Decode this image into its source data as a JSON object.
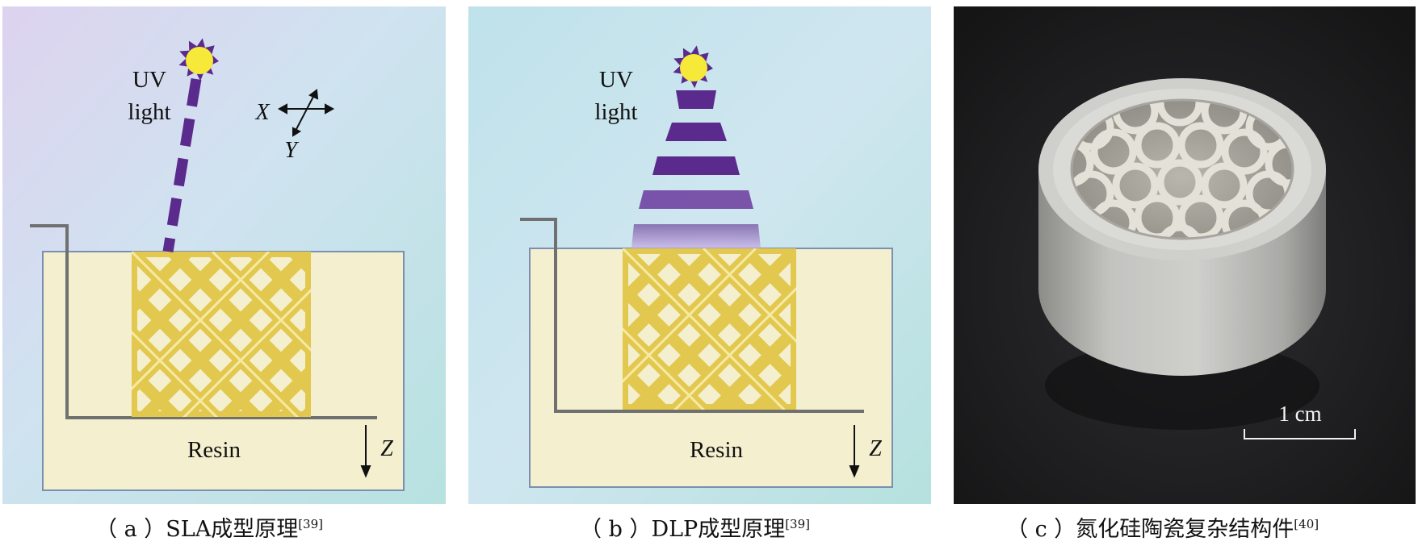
{
  "panel_a": {
    "light_label_line1": "UV",
    "light_label_line2": "light",
    "axis_x": "X",
    "axis_y": "Y",
    "axis_z": "Z",
    "resin_label": "Resin"
  },
  "panel_b": {
    "light_label_line1": "UV",
    "light_label_line2": "light",
    "axis_z": "Z",
    "resin_label": "Resin"
  },
  "panel_c": {
    "scale_label": "1 cm"
  },
  "captions": {
    "a_prefix": "（ a ）",
    "a_text": "SLA成型原理",
    "a_ref": "[39]",
    "b_prefix": "（ b ）",
    "b_text": "DLP成型原理",
    "b_ref": "[39]",
    "c_prefix": "（ c ）",
    "c_text": "氮化硅陶瓷复杂结构件",
    "c_ref": "[40]"
  },
  "colors": {
    "uv_purple": "#5a2a8c",
    "sun_yellow": "#f7e93a",
    "resin_fill": "#f4f0cf",
    "lattice_yellow": "#eedd72",
    "photo_background": "#1f1f21"
  }
}
